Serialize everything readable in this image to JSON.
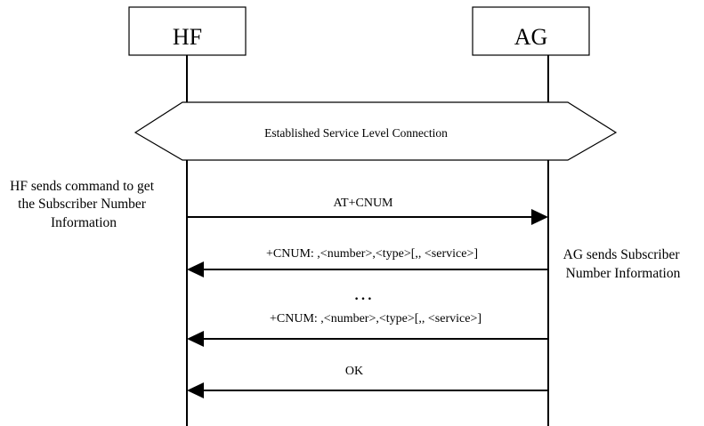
{
  "entities": {
    "left": "HF",
    "right": "AG"
  },
  "connection_label": "Established Service Level Connection",
  "notes": {
    "left": [
      "HF sends command to get",
      "the Subscriber Number",
      "Information"
    ],
    "right": [
      "AG sends Subscriber",
      "Number Information"
    ]
  },
  "messages": [
    {
      "label": "AT+CNUM",
      "direction": "right"
    },
    {
      "label": "+CNUM: ,<number>,<type>[,, <service>]",
      "direction": "left"
    },
    {
      "label": "+CNUM: ,<number>,<type>[,, <service>]",
      "direction": "left"
    },
    {
      "label": "OK",
      "direction": "left"
    }
  ],
  "ellipsis": "…"
}
